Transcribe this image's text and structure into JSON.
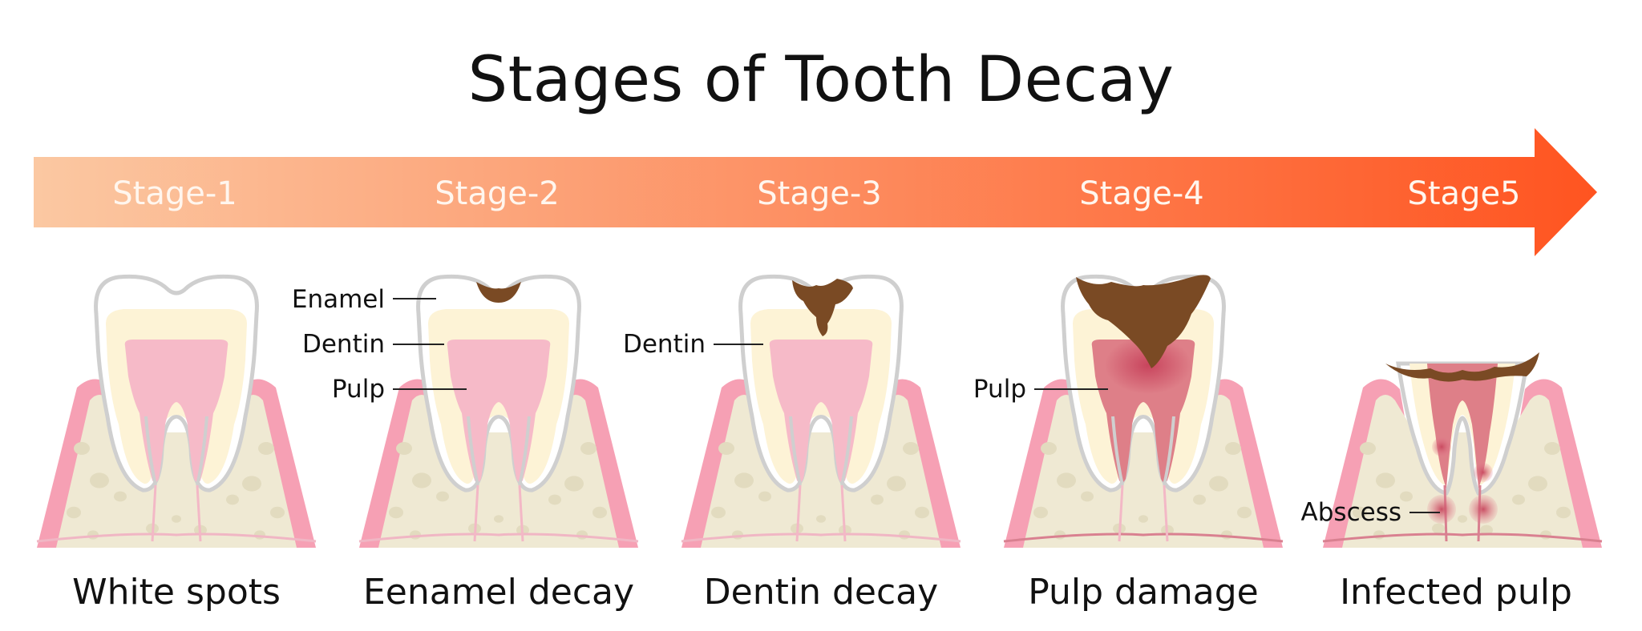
{
  "title": "Stages of Tooth Decay",
  "colors": {
    "arrow_start": "#fbc8a2",
    "arrow_end": "#ff5420",
    "enamel": "#ffffff",
    "enamel_outline": "#cfcfcf",
    "dentin": "#fdf3d6",
    "pulp": "#f6bac8",
    "pulp_inflamed": "#de7f88",
    "decay": "#7a4a24",
    "gum": "#f6a0b4",
    "bone": "#efe9d3",
    "abscess": "#d86a78"
  },
  "stages": [
    {
      "arrow_label": "Stage-1",
      "caption": "White spots",
      "labels": []
    },
    {
      "arrow_label": "Stage-2",
      "caption": "Eenamel decay",
      "labels": [
        "Enamel",
        "Dentin",
        "Pulp"
      ]
    },
    {
      "arrow_label": "Stage-3",
      "caption": "Dentin decay",
      "labels": [
        "Dentin"
      ]
    },
    {
      "arrow_label": "Stage-4",
      "caption": "Pulp damage",
      "labels": [
        "Pulp"
      ]
    },
    {
      "arrow_label": "Stage5",
      "caption": "Infected pulp",
      "labels": [
        "Abscess"
      ]
    }
  ]
}
